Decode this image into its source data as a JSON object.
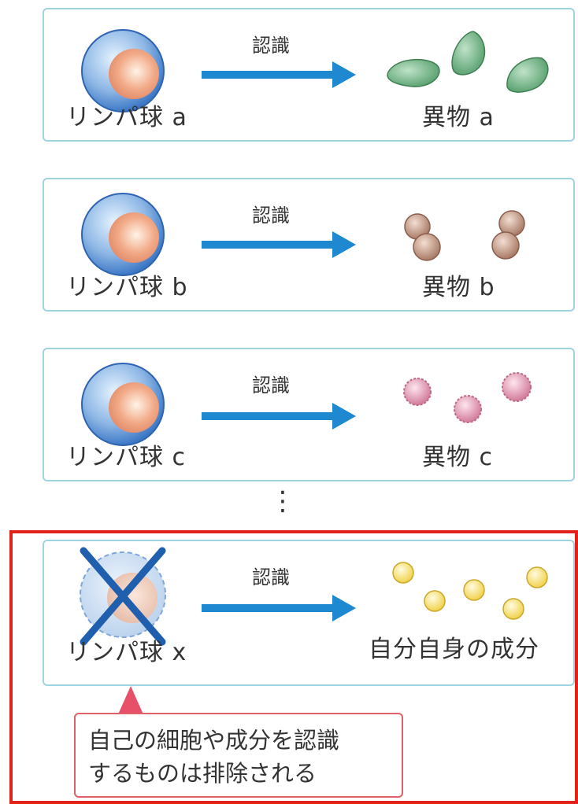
{
  "rows": [
    {
      "lymphocyte": "リンパ球 a",
      "verb": "認識",
      "target": "異物 a"
    },
    {
      "lymphocyte": "リンパ球 b",
      "verb": "認識",
      "target": "異物 b"
    },
    {
      "lymphocyte": "リンパ球 c",
      "verb": "認識",
      "target": "異物 c"
    },
    {
      "lymphocyte": "リンパ球 x",
      "verb": "認識",
      "target": "自分自身の成分"
    }
  ],
  "ellipsis": "⋮",
  "callout": {
    "line1": "自己の細胞や成分を認識",
    "line2": "するものは排除される"
  },
  "colors": {
    "panel_border": "#9fd3e0",
    "arrow": "#1e88d0",
    "highlight_border": "#e0221a",
    "callout_border": "#e0606a"
  }
}
